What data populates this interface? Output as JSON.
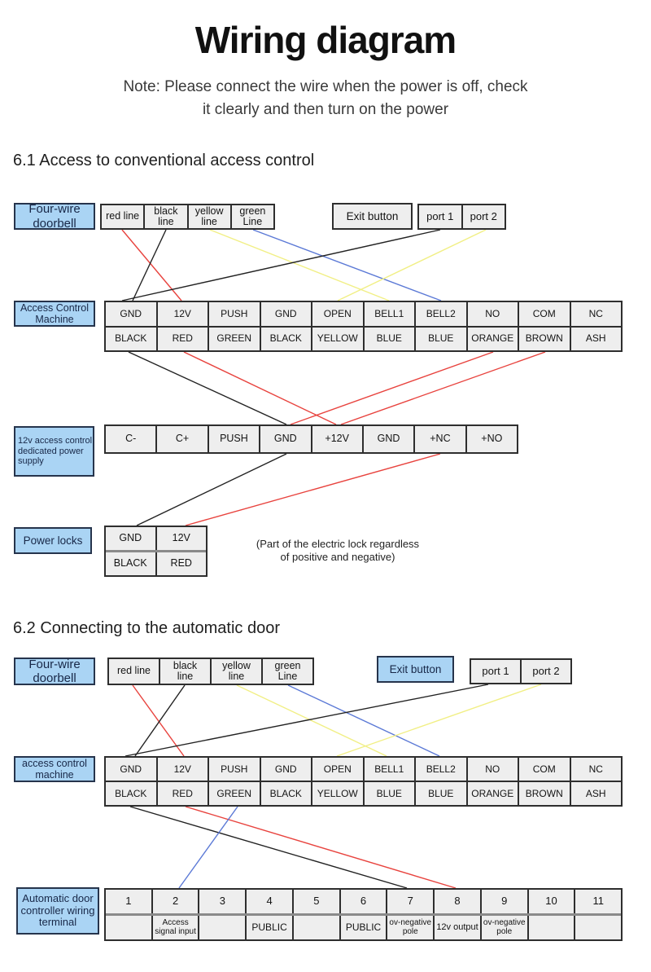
{
  "page": {
    "title": "Wiring diagram",
    "note_lines": [
      "Note: Please connect the wire when the power is off, check",
      "it clearly and then turn on the power"
    ]
  },
  "colors": {
    "box_blue": "#aad4f4",
    "cell_gray": "#eeeeee",
    "wire_red": "#e8433e",
    "wire_yellow": "#f1ef85",
    "wire_blue": "#5b79d6",
    "wire_black": "#222222"
  },
  "s1": {
    "heading": "6.1 Access to conventional access control",
    "doorbell_label": [
      "Four-wire",
      "doorbell"
    ],
    "doorbell_cells": [
      [
        "red line"
      ],
      [
        "black",
        "line"
      ],
      [
        "yellow",
        "line"
      ],
      [
        "green",
        "Line"
      ]
    ],
    "exit_button": "Exit button",
    "ports": [
      "port 1",
      "port 2"
    ],
    "acm_label": [
      "Access Control",
      "Machine"
    ],
    "acm_row1": [
      "GND",
      "12V",
      "PUSH",
      "GND",
      "OPEN",
      "BELL1",
      "BELL2",
      "NO",
      "COM",
      "NC"
    ],
    "acm_row2": [
      "BLACK",
      "RED",
      "GREEN",
      "BLACK",
      "YELLOW",
      "BLUE",
      "BLUE",
      "ORANGE",
      "BROWN",
      "ASH"
    ],
    "ps_label": [
      "12v access control",
      "dedicated power",
      "supply"
    ],
    "ps_cells": [
      "C-",
      "C+",
      "PUSH",
      "GND",
      "+12V",
      "GND",
      "+NC",
      "+NO"
    ],
    "locks_label": "Power locks",
    "locks_row1": [
      "GND",
      "12V"
    ],
    "locks_row2": [
      "BLACK",
      "RED"
    ],
    "locks_note": [
      "(Part of the electric lock regardless",
      "of positive and negative)"
    ]
  },
  "s2": {
    "heading": "6.2 Connecting to the automatic door",
    "doorbell_label": [
      "Four-wire",
      "doorbell"
    ],
    "doorbell_cells": [
      [
        "red line"
      ],
      [
        "black",
        "line"
      ],
      [
        "yellow",
        "line"
      ],
      [
        "green",
        "Line"
      ]
    ],
    "exit_button": "Exit button",
    "ports": [
      "port 1",
      "port 2"
    ],
    "acm_label": [
      "access control",
      "machine"
    ],
    "acm_row1": [
      "GND",
      "12V",
      "PUSH",
      "GND",
      "OPEN",
      "BELL1",
      "BELL2",
      "NO",
      "COM",
      "NC"
    ],
    "acm_row2": [
      "BLACK",
      "RED",
      "GREEN",
      "BLACK",
      "YELLOW",
      "BLUE",
      "BLUE",
      "ORANGE",
      "BROWN",
      "ASH"
    ],
    "term_label": [
      "Automatic door",
      "controller wiring",
      "terminal"
    ],
    "term_numbers": [
      "1",
      "2",
      "3",
      "4",
      "5",
      "6",
      "7",
      "8",
      "9",
      "10",
      "11"
    ],
    "term_labels": [
      [],
      [
        "Access",
        "signal input"
      ],
      [],
      [
        "PUBLIC"
      ],
      [],
      [
        "PUBLIC"
      ],
      [
        "ov-negative",
        "pole"
      ],
      [
        "12v output"
      ],
      [
        "ov-negative",
        "pole"
      ],
      [],
      []
    ]
  },
  "wires": [
    [
      150,
      282,
      223,
      369,
      "red"
    ],
    [
      204,
      282,
      163,
      369,
      "black"
    ],
    [
      258,
      282,
      478,
      369,
      "yellow"
    ],
    [
      311,
      282,
      542,
      369,
      "blue"
    ],
    [
      541,
      282,
      150,
      369,
      "black"
    ],
    [
      597,
      282,
      415,
      369,
      "yellow"
    ],
    [
      158,
      432,
      352,
      521,
      "black"
    ],
    [
      226,
      432,
      413,
      521,
      "red"
    ],
    [
      606,
      432,
      357,
      521,
      "red"
    ],
    [
      670,
      432,
      419,
      521,
      "red"
    ],
    [
      352,
      557,
      168,
      645,
      "black"
    ],
    [
      541,
      557,
      228,
      645,
      "red"
    ],
    [
      163,
      841,
      226,
      928,
      "red"
    ],
    [
      227,
      841,
      166,
      928,
      "black"
    ],
    [
      291,
      841,
      475,
      928,
      "yellow"
    ],
    [
      354,
      841,
      540,
      928,
      "blue"
    ],
    [
      600,
      840,
      154,
      928,
      "black"
    ],
    [
      665,
      840,
      414,
      928,
      "yellow"
    ],
    [
      160,
      990,
      500,
      1090,
      "black"
    ],
    [
      228,
      990,
      560,
      1090,
      "red"
    ],
    [
      292,
      990,
      220,
      1090,
      "blue"
    ]
  ]
}
